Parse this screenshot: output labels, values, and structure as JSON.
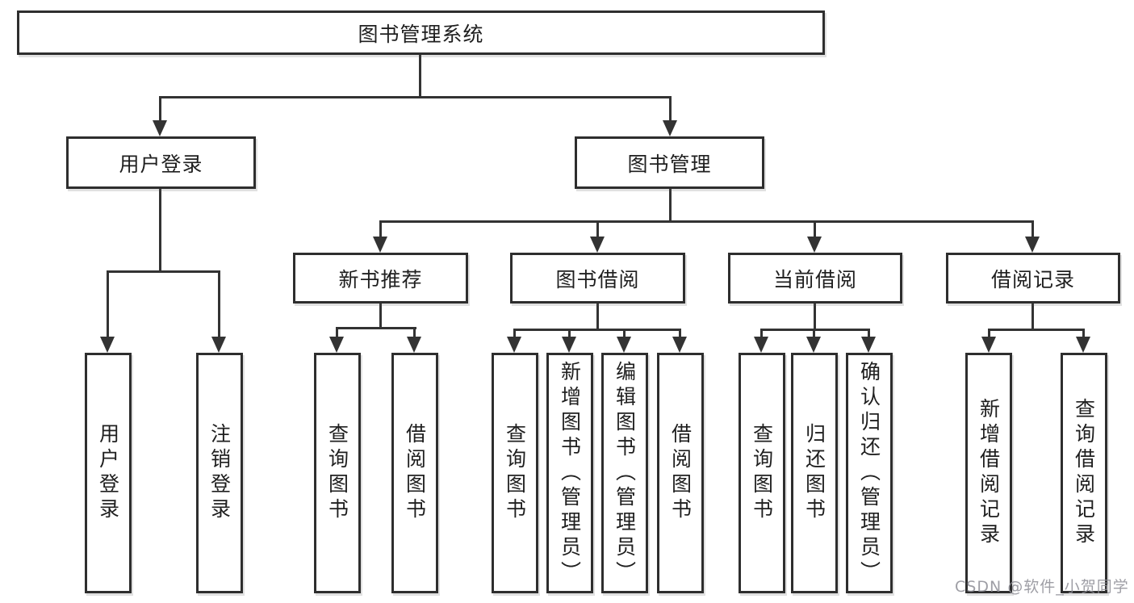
{
  "diagram": {
    "title": "图书管理系统",
    "nodes": {
      "root": {
        "label": "图书管理系统"
      },
      "level2": [
        {
          "label": "用户登录"
        },
        {
          "label": "图书管理"
        }
      ],
      "level3": [
        {
          "label": "新书推荐"
        },
        {
          "label": "图书借阅"
        },
        {
          "label": "当前借阅"
        },
        {
          "label": "借阅记录"
        }
      ],
      "leaves": [
        {
          "label": "用户登录",
          "parent": "用户登录"
        },
        {
          "label": "注销登录",
          "parent": "用户登录"
        },
        {
          "label": "查询图书",
          "parent": "新书推荐"
        },
        {
          "label": "借阅图书",
          "parent": "新书推荐"
        },
        {
          "label": "查询图书",
          "parent": "图书借阅"
        },
        {
          "label": "新增图书（管理员）",
          "parent": "图书借阅"
        },
        {
          "label": "编辑图书（管理员）",
          "parent": "图书借阅"
        },
        {
          "label": "借阅图书",
          "parent": "图书借阅"
        },
        {
          "label": "查询图书",
          "parent": "当前借阅"
        },
        {
          "label": "归还图书",
          "parent": "当前借阅"
        },
        {
          "label": "确认归还（管理员）",
          "parent": "当前借阅"
        },
        {
          "label": "新增借阅记录",
          "parent": "借阅记录"
        },
        {
          "label": "查询借阅记录",
          "parent": "借阅记录"
        }
      ]
    },
    "colors": {
      "border": "#2e2e2e",
      "line": "#333333",
      "text": "#1f1f1f",
      "background": "#ffffff",
      "watermark": "#8e8e96"
    }
  },
  "watermark": {
    "text": "CSDN @软件_小贺同学"
  }
}
